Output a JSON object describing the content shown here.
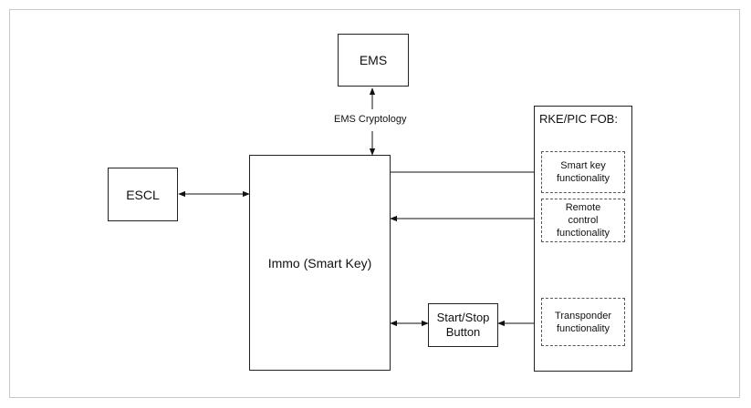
{
  "diagram": {
    "ems": "EMS",
    "ems_link": "EMS Cryptology",
    "escl": "ESCL",
    "immo": "Immo (Smart Key)",
    "start_stop": "Start/Stop\nButton",
    "fob": {
      "title": "RKE/PIC FOB:",
      "smart_key": "Smart key\nfunctionality",
      "remote": "Remote\ncontrol\nfunctionality",
      "transponder": "Transponder\nfunctionality"
    }
  }
}
